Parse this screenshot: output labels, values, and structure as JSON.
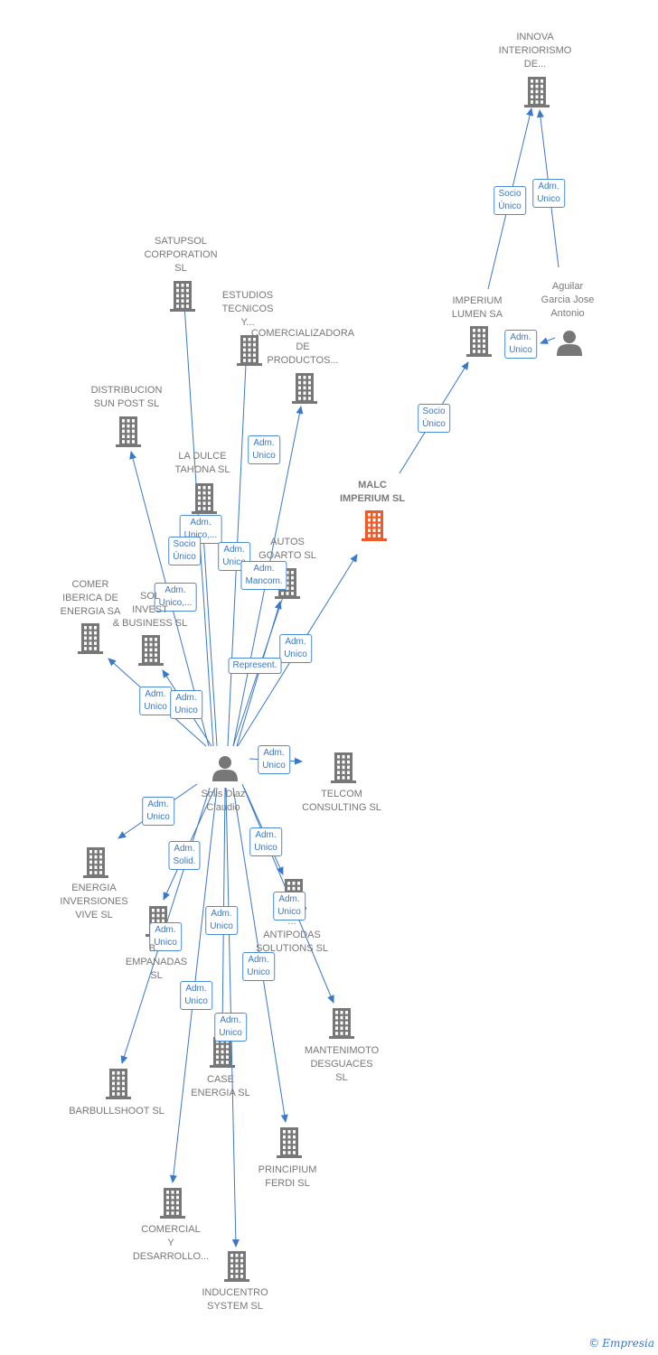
{
  "colors": {
    "edge": "#3a78c9",
    "company": "#777777",
    "focus": "#f05a28",
    "person": "#777777"
  },
  "nodes": [
    {
      "id": "innova",
      "kind": "company",
      "label": [
        "INNOVA",
        "INTERIORISMO",
        "DE..."
      ]
    },
    {
      "id": "imperium-lumen",
      "kind": "company",
      "label": [
        "IMPERIUM",
        "LUMEN SA"
      ]
    },
    {
      "id": "aguilar",
      "kind": "person",
      "label": [
        "Aguilar",
        "Garcia Jose",
        "Antonio"
      ]
    },
    {
      "id": "malc",
      "kind": "focus",
      "label": [
        "MALC",
        "IMPERIUM  SL"
      ]
    },
    {
      "id": "satupsol",
      "kind": "company",
      "label": [
        "SATUPSOL",
        "CORPORATION",
        "SL"
      ]
    },
    {
      "id": "estudios",
      "kind": "company",
      "label": [
        "ESTUDIOS",
        "TECNICOS",
        "Y..."
      ]
    },
    {
      "id": "comercializadora",
      "kind": "company",
      "label": [
        "COMERCIALIZADORA",
        "DE",
        "PRODUCTOS..."
      ]
    },
    {
      "id": "distribucion",
      "kind": "company",
      "label": [
        "DISTRIBUCION",
        "SUN POST  SL"
      ]
    },
    {
      "id": "dulce",
      "kind": "company",
      "label": [
        "LA DULCE",
        "TAHONA SL"
      ]
    },
    {
      "id": "autos",
      "kind": "company",
      "label": [
        "AUTOS",
        "GOARTO  SL"
      ]
    },
    {
      "id": "comer-iberica",
      "kind": "company",
      "label": [
        "COMER",
        "IBERICA DE",
        "ENERGIA SA"
      ]
    },
    {
      "id": "sol-invest",
      "kind": "company",
      "label": [
        "SOL",
        "INVEST",
        "& BUSINESS SL"
      ]
    },
    {
      "id": "solis",
      "kind": "person",
      "label": [
        "Solis Diaz",
        "Claudio"
      ]
    },
    {
      "id": "telcom",
      "kind": "company",
      "label": [
        "TELCOM",
        "CONSULTING SL"
      ]
    },
    {
      "id": "energia-vive",
      "kind": "company",
      "label": [
        "ENERGIA",
        "INVERSIONES",
        "VIVE  SL"
      ]
    },
    {
      "id": "empanadas",
      "kind": "company",
      "label": [
        "B...",
        "EMPANADAS",
        "SL"
      ]
    },
    {
      "id": "antipodas",
      "kind": "company",
      "label": [
        "...",
        "ANTIPODAS",
        "SOLUTIONS SL"
      ]
    },
    {
      "id": "mantenimoto",
      "kind": "company",
      "label": [
        "MANTENIMOTO",
        "DESGUACES",
        "SL"
      ]
    },
    {
      "id": "barbullshoot",
      "kind": "company",
      "label": [
        "BARBULLSHOOT SL"
      ]
    },
    {
      "id": "case",
      "kind": "company",
      "label": [
        "CASE",
        "ENERGIA SL"
      ]
    },
    {
      "id": "principium",
      "kind": "company",
      "label": [
        "PRINCIPIUM",
        "FERDI  SL"
      ]
    },
    {
      "id": "comercial",
      "kind": "company",
      "label": [
        "COMERCIAL",
        "Y",
        "DESARROLLO..."
      ]
    },
    {
      "id": "inducentro",
      "kind": "company",
      "label": [
        "INDUCENTRO",
        "SYSTEM SL"
      ]
    }
  ],
  "edges": [
    {
      "from": "imperium-lumen",
      "to": "innova",
      "label": [
        "Socio",
        "Único"
      ]
    },
    {
      "from": "aguilar",
      "to": "innova",
      "label": [
        "Adm.",
        "Unico"
      ]
    },
    {
      "from": "aguilar",
      "to": "imperium-lumen",
      "label": [
        "Adm.",
        "Unico"
      ]
    },
    {
      "from": "malc",
      "to": "imperium-lumen",
      "label": [
        "Socio",
        "Único"
      ]
    },
    {
      "from": "solis",
      "to": "malc",
      "label": [
        "Adm.",
        "Unico"
      ]
    },
    {
      "from": "solis",
      "to": "satupsol",
      "label": [
        "Adm.",
        "Unico,..."
      ]
    },
    {
      "from": "solis",
      "to": "estudios",
      "label": [
        "Adm.",
        "Unico"
      ]
    },
    {
      "from": "solis",
      "to": "comercializadora",
      "label": [
        "Adm.",
        "Unico"
      ]
    },
    {
      "from": "solis",
      "to": "distribucion",
      "label": [
        "Adm.",
        "Unico,..."
      ]
    },
    {
      "from": "solis",
      "to": "dulce",
      "label": [
        "Socio",
        "Único"
      ]
    },
    {
      "from": "solis",
      "to": "autos",
      "label": [
        "Adm.",
        "Mancom."
      ]
    },
    {
      "from": "solis",
      "to": "autos",
      "label": [
        "Represent."
      ]
    },
    {
      "from": "solis",
      "to": "comer-iberica",
      "label": [
        "Adm.",
        "Unico"
      ]
    },
    {
      "from": "solis",
      "to": "sol-invest",
      "label": [
        "Adm.",
        "Unico"
      ]
    },
    {
      "from": "solis",
      "to": "telcom",
      "label": [
        "Adm.",
        "Unico"
      ]
    },
    {
      "from": "solis",
      "to": "energia-vive",
      "label": [
        "Adm.",
        "Unico"
      ]
    },
    {
      "from": "solis",
      "to": "empanadas",
      "label": [
        "Adm.",
        "Solid."
      ]
    },
    {
      "from": "solis",
      "to": "antipodas",
      "label": [
        "Adm.",
        "Unico"
      ]
    },
    {
      "from": "solis",
      "to": "mantenimoto",
      "label": [
        "Adm.",
        "Unico"
      ]
    },
    {
      "from": "solis",
      "to": "barbullshoot",
      "label": [
        "Adm.",
        "Unico"
      ]
    },
    {
      "from": "solis",
      "to": "case",
      "label": [
        "Adm.",
        "Unico"
      ]
    },
    {
      "from": "solis",
      "to": "principium",
      "label": [
        "Adm.",
        "Unico"
      ]
    },
    {
      "from": "solis",
      "to": "comercial",
      "label": [
        "Adm.",
        "Unico"
      ]
    },
    {
      "from": "solis",
      "to": "inducentro",
      "label": [
        "Adm.",
        "Unico"
      ]
    }
  ],
  "footer": {
    "copyright": "©",
    "brand": "Empresia"
  }
}
